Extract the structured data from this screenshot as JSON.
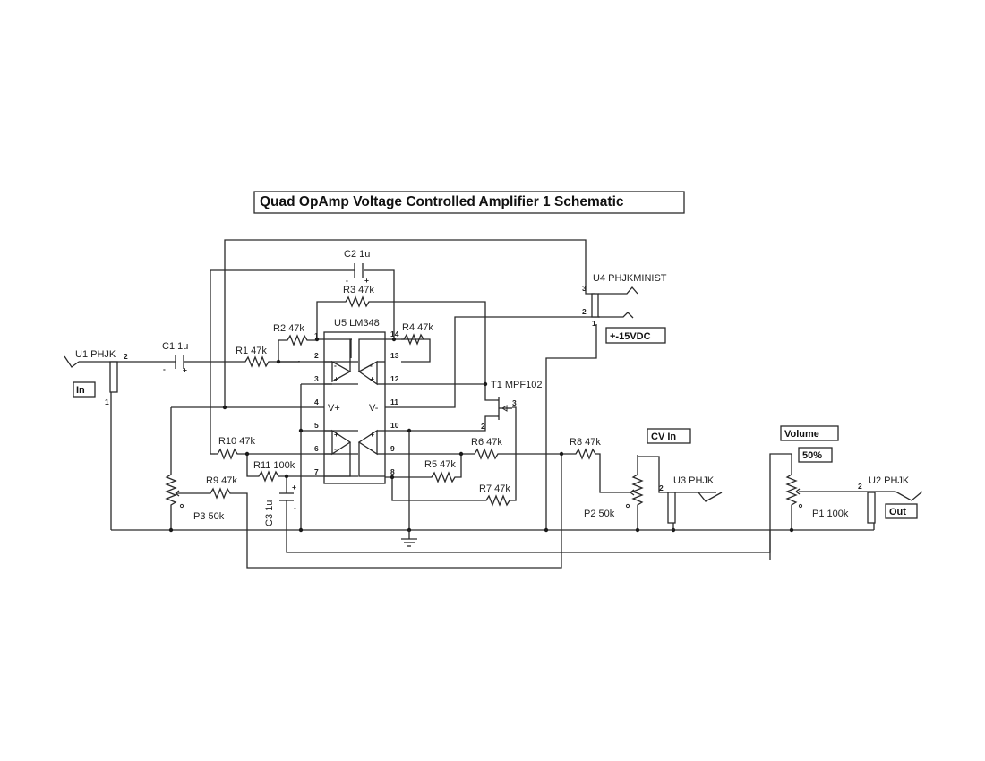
{
  "title": "Quad OpAmp Voltage Controlled Amplifier 1 Schematic",
  "tags": {
    "in": "In",
    "out": "Out",
    "cv_in": "CV In",
    "volume": "Volume",
    "volume_value": "50%",
    "supply": "+-15VDC"
  },
  "components": {
    "u1": "U1 PHJK",
    "u2": "U2 PHJK",
    "u3": "U3 PHJK",
    "u4": "U4 PHJKMINIST",
    "u5": "U5 LM348",
    "t1": "T1 MPF102",
    "c1": "C1 1u",
    "c2": "C2 1u",
    "c3": "C3 1u",
    "r1": "R1 47k",
    "r2": "R2 47k",
    "r3": "R3 47k",
    "r4": "R4 47k",
    "r5": "R5 47k",
    "r6": "R6 47k",
    "r7": "R7 47k",
    "r8": "R8 47k",
    "r9": "R9 47k",
    "r10": "R10 47k",
    "r11": "R11 100k",
    "p1": "P1 100k",
    "p2": "P2 50k",
    "p3": "P3 50k"
  },
  "ic_pins": {
    "left": [
      "2",
      "3",
      "4",
      "5",
      "6",
      "7"
    ],
    "right": [
      "14",
      "13",
      "12",
      "11",
      "10",
      "9",
      "8"
    ],
    "top_left": "1",
    "vplus": "V+",
    "vminus": "V-"
  },
  "pin_marks": {
    "u1_pin2": "2",
    "u1_pin1": "1",
    "u2_pin2": "2",
    "u3_pin2": "2",
    "u4_pin3": "3",
    "u4_pin2": "2",
    "u4_pin1": "1",
    "t1_pin2": "2",
    "t1_pin3": "3",
    "minus": "-",
    "plus": "+"
  }
}
